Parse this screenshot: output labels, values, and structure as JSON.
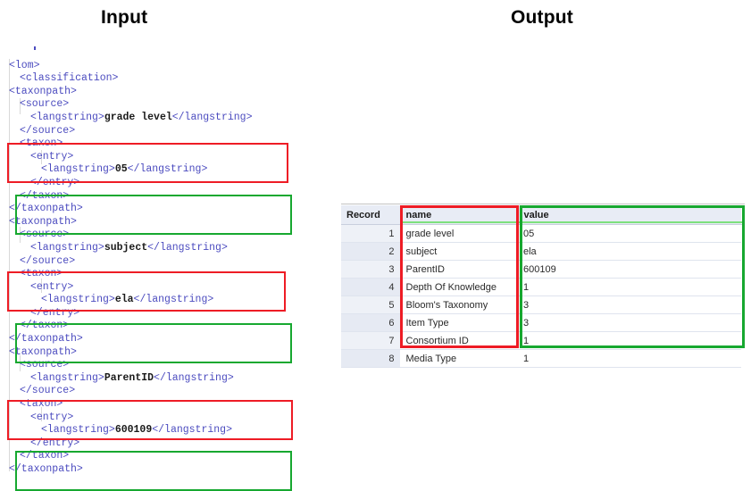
{
  "headings": {
    "input": "Input",
    "output": "Output"
  },
  "xml": {
    "lines": [
      {
        "indent": 0,
        "parts": [
          {
            "t": "tag",
            "s": ""
          }
        ],
        "marker": "dot"
      },
      {
        "indent": 0,
        "parts": [
          {
            "t": "tag",
            "s": "<lom>"
          }
        ]
      },
      {
        "indent": 1,
        "parts": [
          {
            "t": "tag",
            "s": "<classification>"
          }
        ]
      },
      {
        "indent": 0,
        "parts": [
          {
            "t": "tag",
            "s": "<taxonpath>"
          }
        ]
      },
      {
        "indent": 1,
        "parts": [
          {
            "t": "tag",
            "s": "<source>"
          }
        ]
      },
      {
        "indent": 2,
        "parts": [
          {
            "t": "tag",
            "s": "<langstring>"
          },
          {
            "t": "val",
            "s": "grade level"
          },
          {
            "t": "tag",
            "s": "</langstring>"
          }
        ]
      },
      {
        "indent": 1,
        "parts": [
          {
            "t": "tag",
            "s": "</source>"
          }
        ]
      },
      {
        "indent": 1,
        "parts": [
          {
            "t": "tag",
            "s": "<taxon>"
          }
        ]
      },
      {
        "indent": 2,
        "parts": [
          {
            "t": "tag",
            "s": "<entry>"
          }
        ]
      },
      {
        "indent": 3,
        "parts": [
          {
            "t": "tag",
            "s": "<langstring>"
          },
          {
            "t": "val",
            "s": "05"
          },
          {
            "t": "tag",
            "s": "</langstring>"
          }
        ]
      },
      {
        "indent": 2,
        "parts": [
          {
            "t": "tag",
            "s": "</entry>"
          }
        ]
      },
      {
        "indent": 1,
        "parts": [
          {
            "t": "tag",
            "s": "</taxon>"
          }
        ]
      },
      {
        "indent": 0,
        "parts": [
          {
            "t": "tag",
            "s": "</taxonpath>"
          }
        ]
      },
      {
        "indent": 0,
        "parts": [
          {
            "t": "tag",
            "s": "<taxonpath>"
          }
        ]
      },
      {
        "indent": 1,
        "parts": [
          {
            "t": "tag",
            "s": "<source>"
          }
        ]
      },
      {
        "indent": 2,
        "parts": [
          {
            "t": "tag",
            "s": "<langstring>"
          },
          {
            "t": "val",
            "s": "subject"
          },
          {
            "t": "tag",
            "s": "</langstring>"
          }
        ]
      },
      {
        "indent": 1,
        "parts": [
          {
            "t": "tag",
            "s": "</source>"
          }
        ]
      },
      {
        "indent": 1,
        "parts": [
          {
            "t": "tag",
            "s": "<taxon>"
          }
        ]
      },
      {
        "indent": 2,
        "parts": [
          {
            "t": "tag",
            "s": "<entry>"
          }
        ]
      },
      {
        "indent": 3,
        "parts": [
          {
            "t": "tag",
            "s": "<langstring>"
          },
          {
            "t": "val",
            "s": "ela"
          },
          {
            "t": "tag",
            "s": "</langstring>"
          }
        ]
      },
      {
        "indent": 2,
        "parts": [
          {
            "t": "tag",
            "s": "</entry>"
          }
        ]
      },
      {
        "indent": 1,
        "parts": [
          {
            "t": "tag",
            "s": "</taxon>"
          }
        ]
      },
      {
        "indent": 0,
        "parts": [
          {
            "t": "tag",
            "s": "</taxonpath>"
          }
        ]
      },
      {
        "indent": 0,
        "parts": [
          {
            "t": "tag",
            "s": "<taxonpath>"
          }
        ]
      },
      {
        "indent": 1,
        "parts": [
          {
            "t": "tag",
            "s": "<source>"
          }
        ]
      },
      {
        "indent": 2,
        "parts": [
          {
            "t": "tag",
            "s": "<langstring>"
          },
          {
            "t": "val",
            "s": "ParentID"
          },
          {
            "t": "tag",
            "s": "</langstring>"
          }
        ]
      },
      {
        "indent": 1,
        "parts": [
          {
            "t": "tag",
            "s": "</source>"
          }
        ]
      },
      {
        "indent": 1,
        "parts": [
          {
            "t": "tag",
            "s": "<taxon>"
          }
        ]
      },
      {
        "indent": 2,
        "parts": [
          {
            "t": "tag",
            "s": "<entry>"
          }
        ]
      },
      {
        "indent": 3,
        "parts": [
          {
            "t": "tag",
            "s": "<langstring>"
          },
          {
            "t": "val",
            "s": "600109"
          },
          {
            "t": "tag",
            "s": "</langstring>"
          }
        ]
      },
      {
        "indent": 2,
        "parts": [
          {
            "t": "tag",
            "s": "</entry>"
          }
        ]
      },
      {
        "indent": 1,
        "parts": [
          {
            "t": "tag",
            "s": "</taxon>"
          }
        ]
      },
      {
        "indent": 0,
        "parts": [
          {
            "t": "tag",
            "s": "</taxonpath>"
          }
        ]
      }
    ]
  },
  "table": {
    "columns": [
      "Record",
      "name",
      "value"
    ],
    "rows": [
      {
        "record": "1",
        "name": "grade level",
        "value": "05"
      },
      {
        "record": "2",
        "name": "subject",
        "value": "ela"
      },
      {
        "record": "3",
        "name": "ParentID",
        "value": "600109"
      },
      {
        "record": "4",
        "name": "Depth Of Knowledge",
        "value": "1"
      },
      {
        "record": "5",
        "name": "Bloom's Taxonomy",
        "value": "3"
      },
      {
        "record": "6",
        "name": "Item Type",
        "value": "3"
      },
      {
        "record": "7",
        "name": "Consortium ID",
        "value": "1"
      },
      {
        "record": "8",
        "name": "Media Type",
        "value": "1"
      }
    ]
  },
  "colors": {
    "highlight_red": "#ee1c25",
    "highlight_green": "#17a830",
    "xml_tag": "#4b4bbf",
    "xml_value": "#1a1a1a",
    "table_header_bg": "#e8ecf5"
  }
}
